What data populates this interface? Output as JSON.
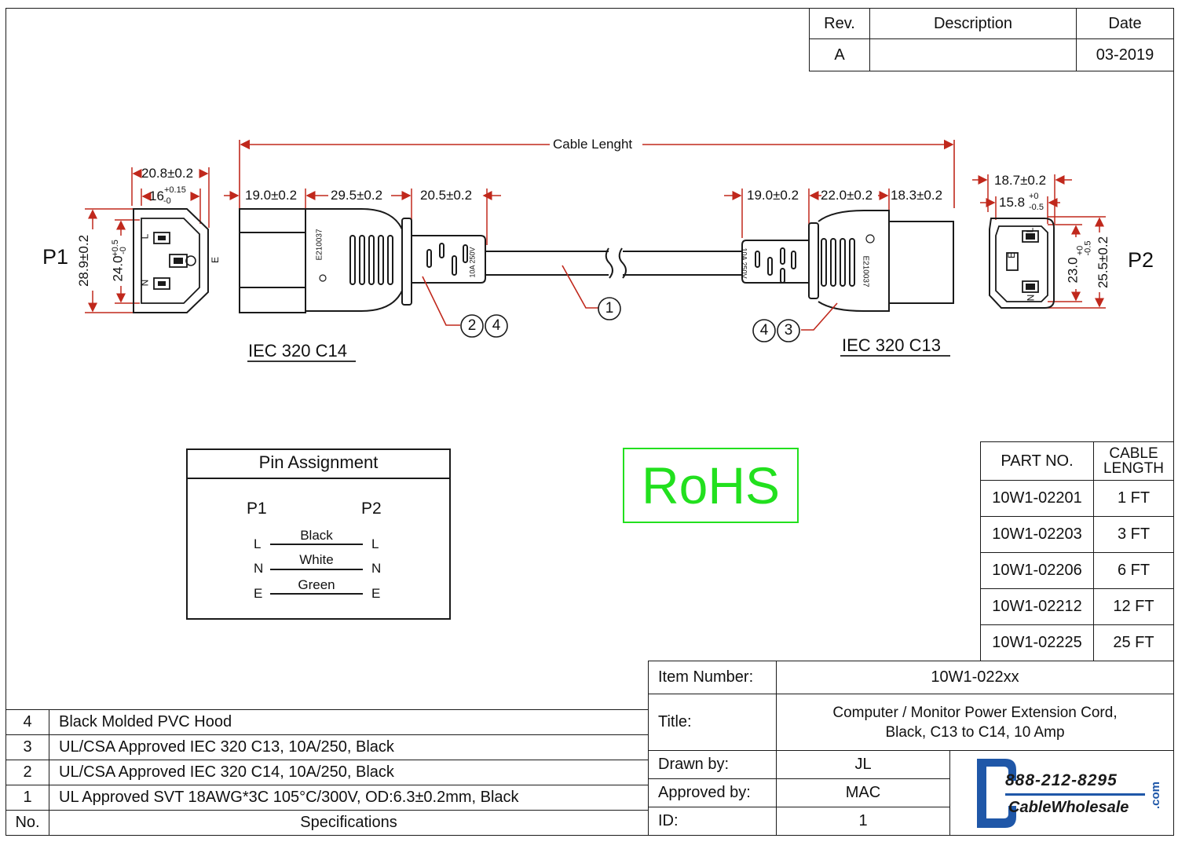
{
  "revision_table": {
    "headers": [
      "Rev.",
      "Description",
      "Date"
    ],
    "row": {
      "rev": "A",
      "description": "",
      "date": "03-2019"
    }
  },
  "drawing": {
    "cable_length_label": "Cable Lenght",
    "p1": {
      "label": "P1",
      "dims": {
        "w_outer": "20.8±0.2",
        "w_inner": "16",
        "w_inner_tol_up": "+0.15",
        "w_inner_tol_dn": "-0",
        "h_outer": "28.9±0.2",
        "h_inner": "24.0",
        "h_inner_tol_up": "+0.5",
        "h_inner_tol_dn": "-0"
      },
      "pins": {
        "l": "L",
        "n": "N",
        "e": "E"
      }
    },
    "p2": {
      "label": "P2",
      "dims": {
        "w_outer": "18.7±0.2",
        "w_inner": "15.8",
        "w_inner_tol_up": "+0",
        "w_inner_tol_dn": "-0.5",
        "h_inner": "23.0",
        "h_inner_tol_up": "+0",
        "h_inner_tol_dn": "-0.5",
        "h_outer": "25.5±0.2"
      },
      "pins": {
        "l": "L",
        "n": "N",
        "e": "E"
      }
    },
    "left_plug": {
      "dims": [
        "19.0±0.2",
        "29.5±0.2",
        "20.5±0.2"
      ],
      "cert": "E210037",
      "rating": "10A 250V",
      "name": "IEC 320 C14",
      "callouts": [
        "2",
        "4"
      ]
    },
    "right_plug": {
      "dims": [
        "19.0±0.2",
        "22.0±0.2",
        "18.3±0.2"
      ],
      "cert": "E210037",
      "rating": "10A 250V",
      "name": "IEC 320 C13",
      "callouts": [
        "4",
        "3"
      ]
    },
    "cable_callout": "1"
  },
  "pin_assignment": {
    "title": "Pin Assignment",
    "p1": "P1",
    "p2": "P2",
    "rows": [
      {
        "left": "L",
        "wire": "Black",
        "right": "L"
      },
      {
        "left": "N",
        "wire": "White",
        "right": "N"
      },
      {
        "left": "E",
        "wire": "Green",
        "right": "E"
      }
    ]
  },
  "rohs": {
    "text": "RoHS",
    "color": "#22e01e"
  },
  "part_table": {
    "headers": [
      "PART NO.",
      "CABLE",
      "LENGTH"
    ],
    "rows": [
      {
        "part": "10W1-02201",
        "length": "1 FT"
      },
      {
        "part": "10W1-02203",
        "length": "3 FT"
      },
      {
        "part": "10W1-02206",
        "length": "6 FT"
      },
      {
        "part": "10W1-02212",
        "length": "12 FT"
      },
      {
        "part": "10W1-02225",
        "length": "25 FT"
      }
    ]
  },
  "spec_table": {
    "rows": [
      {
        "no": "4",
        "spec": "Black Molded PVC Hood"
      },
      {
        "no": "3",
        "spec": "UL/CSA Approved IEC 320 C13, 10A/250, Black"
      },
      {
        "no": "2",
        "spec": "UL/CSA Approved IEC 320 C14, 10A/250, Black"
      },
      {
        "no": "1",
        "spec": "UL Approved  SVT 18AWG*3C 105°C/300V, OD:6.3±0.2mm, Black"
      }
    ],
    "footer": {
      "no": "No.",
      "spec": "Specifications"
    }
  },
  "title_block": {
    "item_number_label": "Item Number:",
    "item_number": "10W1-022xx",
    "title_label": "Title:",
    "title_line1": "Computer / Monitor Power Extension Cord,",
    "title_line2": "Black, C13 to C14, 10 Amp",
    "drawn_by_label": "Drawn by:",
    "drawn_by": "JL",
    "approved_by_label": "Approved by:",
    "approved_by": "MAC",
    "id_label": "ID:",
    "id": "1"
  },
  "logo": {
    "phone": "888-212-8295",
    "brand": "CableWholesale",
    "suffix": ".com",
    "color": "#1f57a8"
  }
}
